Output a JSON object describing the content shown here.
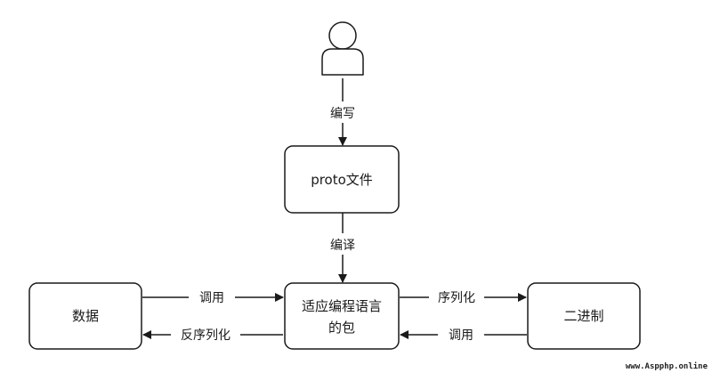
{
  "nodes": {
    "proto": "proto文件",
    "package_line1": "适应编程语言",
    "package_line2": "的包",
    "data": "数据",
    "binary": "二进制"
  },
  "edges": {
    "user_to_proto": "编写",
    "proto_to_package": "编译",
    "data_to_package": "调用",
    "package_to_data": "反序列化",
    "package_to_binary": "序列化",
    "binary_to_package": "调用"
  },
  "watermark": "www.Aspphp.online",
  "colors": {
    "stroke": "#1a1a1a",
    "background": "#ffffff"
  }
}
